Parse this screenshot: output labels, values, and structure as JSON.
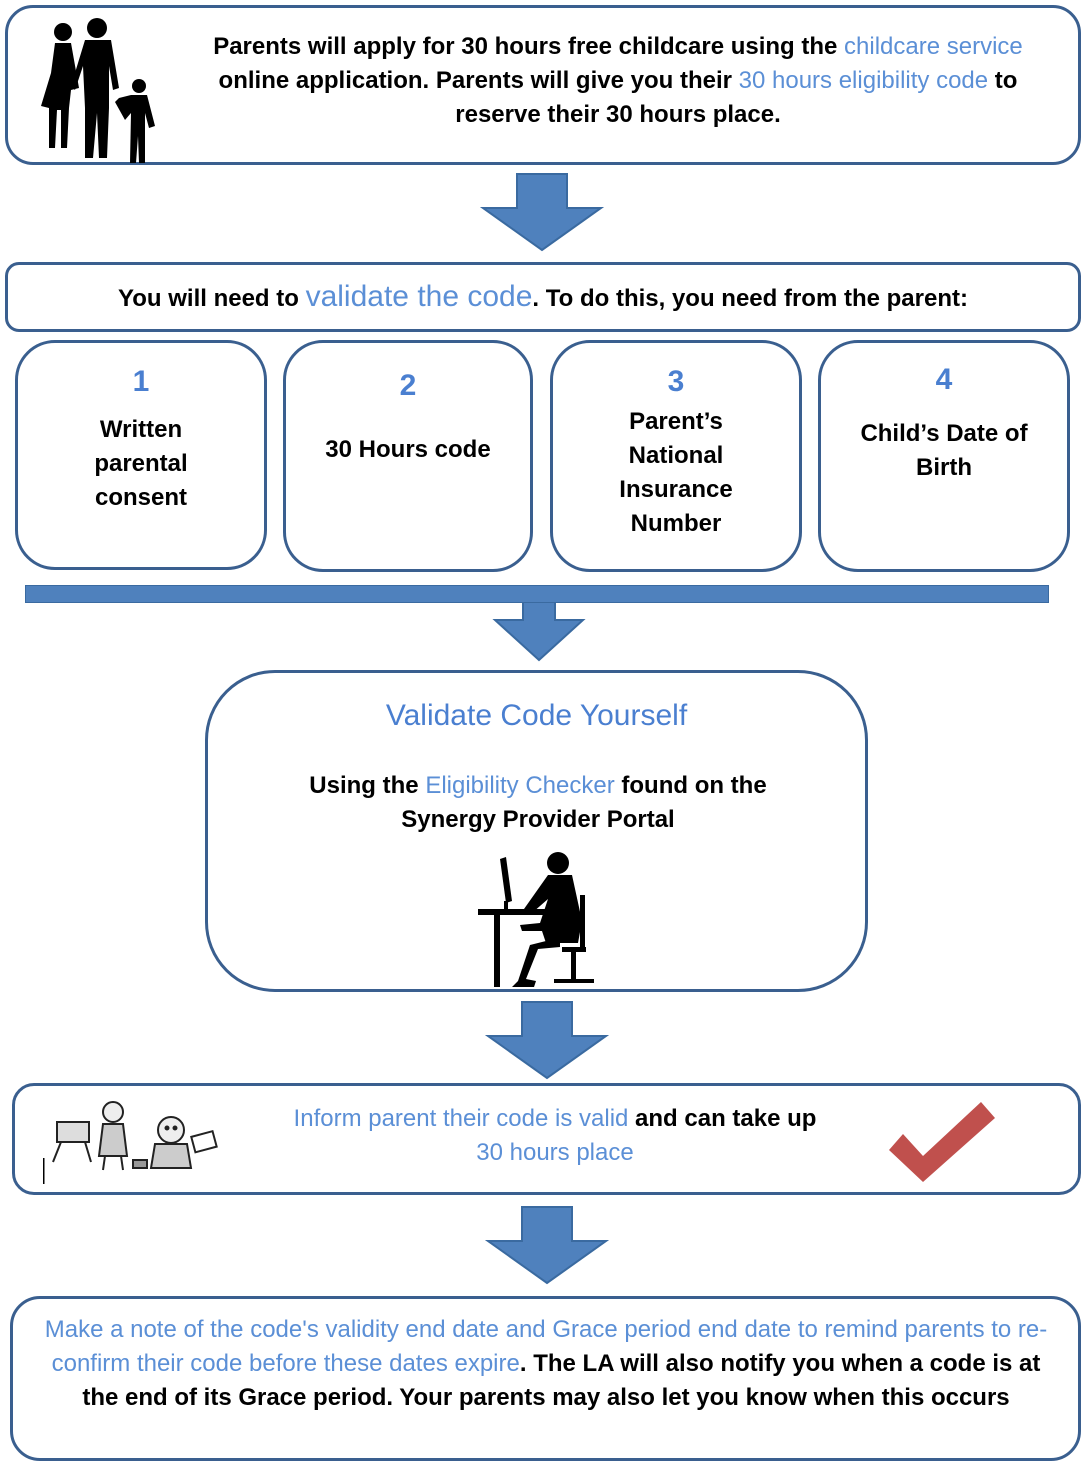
{
  "step1": {
    "p1": "Parents will apply for 30 hours free childcare using the ",
    "link1": "childcare service",
    "p2": " online application.  Parents will give you their ",
    "link2": "30 hours eligibility code",
    "p3": " to reserve their 30 hours place."
  },
  "step2": {
    "p1": "You will need to ",
    "link": "validate the code",
    "p2": ".  To do this, you need from the parent:"
  },
  "requirements": [
    {
      "number": "1",
      "label": "Written parental consent"
    },
    {
      "number": "2",
      "label": "30 Hours code"
    },
    {
      "number": "3",
      "label": "Parent’s National Insurance Number"
    },
    {
      "number": "4",
      "label": "Child’s Date of Birth"
    }
  ],
  "validate": {
    "title": "Validate Code Yourself",
    "p1": "Using the ",
    "link": "Eligibility Checker",
    "p2": " found on the Synergy Provider Portal"
  },
  "inform": {
    "link1": "Inform parent their code is valid",
    "p1": " and can take up ",
    "link2": "30 hours place"
  },
  "note": {
    "link": "Make a note of the code's validity end date and Grace period end date to remind parents to re-confirm their code before these dates expire",
    "p1": ".  The LA will also notify you when a code is at the end of its Grace period. Your parents may also let you know when this occurs"
  },
  "colors": {
    "accent": "#5b8fd6",
    "border": "#3a5f8f",
    "arrow": "#4f81bd",
    "check": "#c0504d"
  },
  "icons": [
    "family-icon",
    "computer-user-icon",
    "children-drawing-icon",
    "checkmark-icon",
    "down-arrow-icon"
  ]
}
